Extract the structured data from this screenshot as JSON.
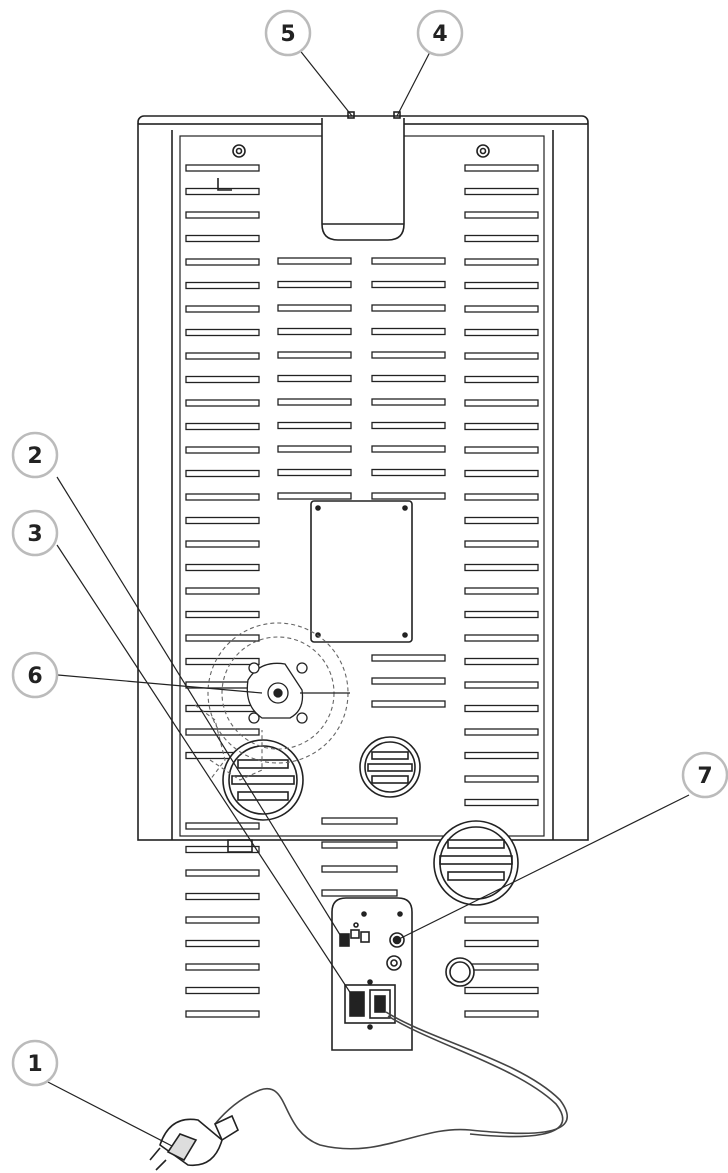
{
  "callouts": [
    {
      "id": "1",
      "label": "1"
    },
    {
      "id": "2",
      "label": "2"
    },
    {
      "id": "3",
      "label": "3"
    },
    {
      "id": "4",
      "label": "4"
    },
    {
      "id": "5",
      "label": "5"
    },
    {
      "id": "6",
      "label": "6"
    },
    {
      "id": "7",
      "label": "7"
    }
  ],
  "colors": {
    "line": "#222222",
    "callout_fill": "#ffffff",
    "callout_stroke": "#bbbbbb",
    "dashed": "#666666"
  }
}
